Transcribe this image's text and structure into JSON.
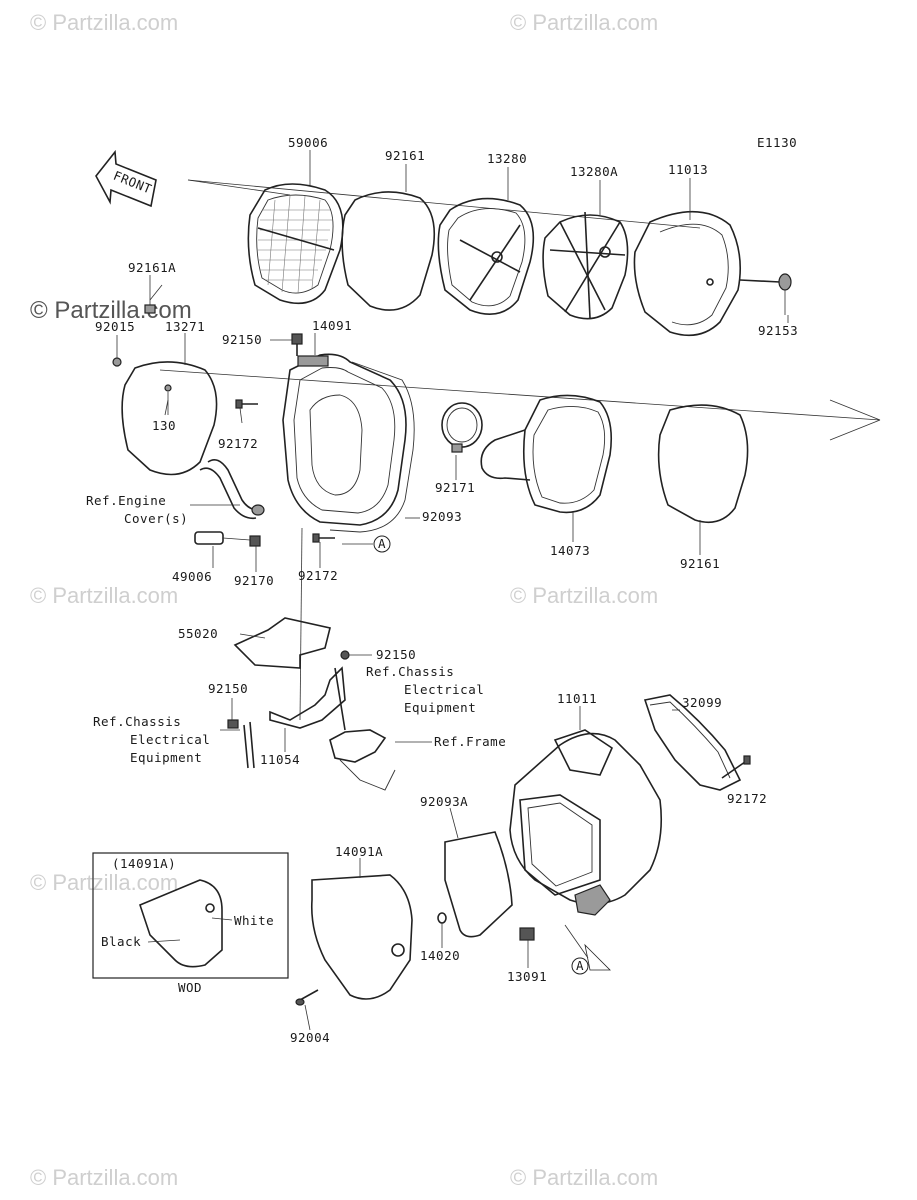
{
  "diagram_code": "E1130",
  "front_label": "FRONT",
  "watermark": "© Partzilla.com",
  "labels": {
    "p59006": "59006",
    "p92161_top": "92161",
    "p13280": "13280",
    "p13280A": "13280A",
    "p11013": "11013",
    "p92161A": "92161A",
    "p92015": "92015",
    "p13271": "13271",
    "p92150_a": "92150",
    "p14091": "14091",
    "p92153": "92153",
    "p130": "130",
    "p92172_a": "92172",
    "p92171": "92171",
    "ref_engine_1": "Ref.Engine",
    "ref_engine_2": "Cover(s)",
    "p92093": "92093",
    "p14073": "14073",
    "p92161_b": "92161",
    "p49006": "49006",
    "p92170": "92170",
    "p92172_b": "92172",
    "p55020": "55020",
    "p92150_b": "92150",
    "ref_chassis_r1": "Ref.Chassis",
    "ref_chassis_r2": "Electrical",
    "ref_chassis_r3": "Equipment",
    "p92150_c": "92150",
    "ref_chassis_l1": "Ref.Chassis",
    "ref_chassis_l2": "Electrical",
    "ref_chassis_l3": "Equipment",
    "ref_frame": "Ref.Frame",
    "p11054": "11054",
    "p11011": "11011",
    "p32099": "32099",
    "p92172_c": "92172",
    "p92093A": "92093A",
    "p14091A_box": "(14091A)",
    "white": "White",
    "black": "Black",
    "p14091A": "14091A",
    "p14020": "14020",
    "p13091": "13091",
    "wod": "WOD",
    "p92004": "92004",
    "ref_A1": "A",
    "ref_A2": "A"
  }
}
